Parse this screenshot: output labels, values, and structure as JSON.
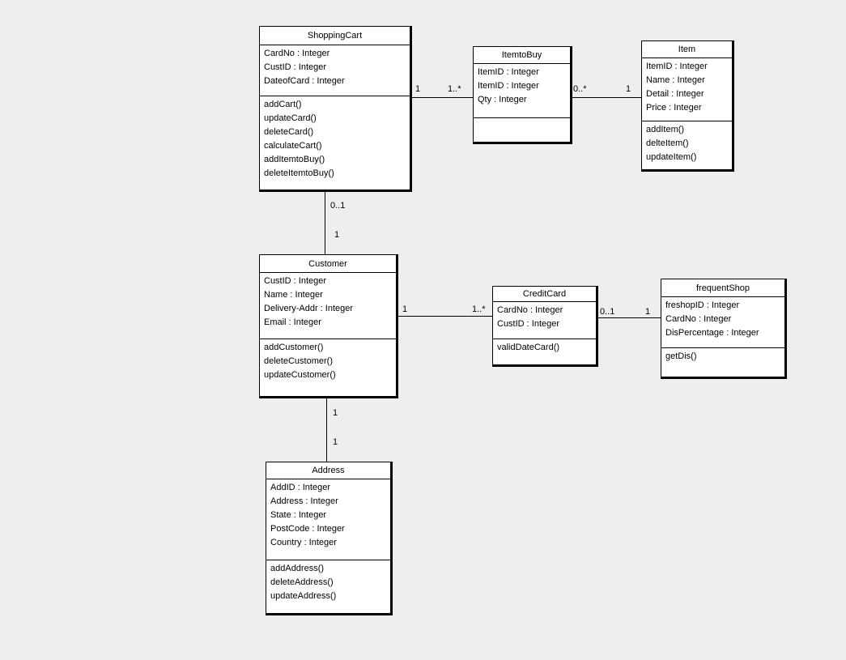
{
  "diagram": {
    "type": "uml-class-diagram",
    "background_color": "#eeeeee",
    "box_fill_color": "#ffffff",
    "line_color": "#000000"
  },
  "classes": [
    {
      "name": "ShoppingCart",
      "attributes": [
        "CardNo : Integer",
        "CustID : Integer",
        "DateofCard : Integer"
      ],
      "methods": [
        "addCart()",
        "updateCard()",
        "deleteCard()",
        "calculateCart()",
        "addItemtoBuy()",
        "deleteItemtoBuy()"
      ]
    },
    {
      "name": "ItemtoBuy",
      "attributes": [
        "ItemID : Integer",
        "ItemID : Integer",
        "Qty : Integer"
      ],
      "methods": []
    },
    {
      "name": "Item",
      "attributes": [
        "ItemID : Integer",
        "Name : Integer",
        "Detail : Integer",
        "Price : Integer"
      ],
      "methods": [
        "addItem()",
        "delteItem()",
        "updateItem()"
      ]
    },
    {
      "name": "Customer",
      "attributes": [
        "CustID : Integer",
        "Name : Integer",
        "Delivery-Addr : Integer",
        "Email : Integer"
      ],
      "methods": [
        "addCustomer()",
        "deleteCustomer()",
        "updateCustomer()"
      ]
    },
    {
      "name": "CreditCard",
      "attributes": [
        "CardNo : Integer",
        "CustID : Integer"
      ],
      "methods": [
        "validDateCard()"
      ]
    },
    {
      "name": "frequentShop",
      "attributes": [
        "freshopID : Integer",
        "CardNo : Integer",
        "DisPercentage : Integer"
      ],
      "methods": [
        "getDis()"
      ]
    },
    {
      "name": "Address",
      "attributes": [
        "AddID : Integer",
        "Address : Integer",
        "State : Integer",
        "PostCode : Integer",
        "Country : Integer"
      ],
      "methods": [
        "addAddress()",
        "deleteAddress()",
        "updateAddress()"
      ]
    }
  ],
  "associations": [
    {
      "from": "ShoppingCart",
      "to": "ItemtoBuy",
      "from_mult": "1",
      "to_mult": "1..*"
    },
    {
      "from": "ItemtoBuy",
      "to": "Item",
      "from_mult": "0..*",
      "to_mult": "1"
    },
    {
      "from": "ShoppingCart",
      "to": "Customer",
      "from_mult": "0..1",
      "to_mult": "1"
    },
    {
      "from": "Customer",
      "to": "CreditCard",
      "from_mult": "1",
      "to_mult": "1..*"
    },
    {
      "from": "CreditCard",
      "to": "frequentShop",
      "from_mult": "0..1",
      "to_mult": "1"
    },
    {
      "from": "Customer",
      "to": "Address",
      "from_mult": "1",
      "to_mult": "1"
    }
  ]
}
